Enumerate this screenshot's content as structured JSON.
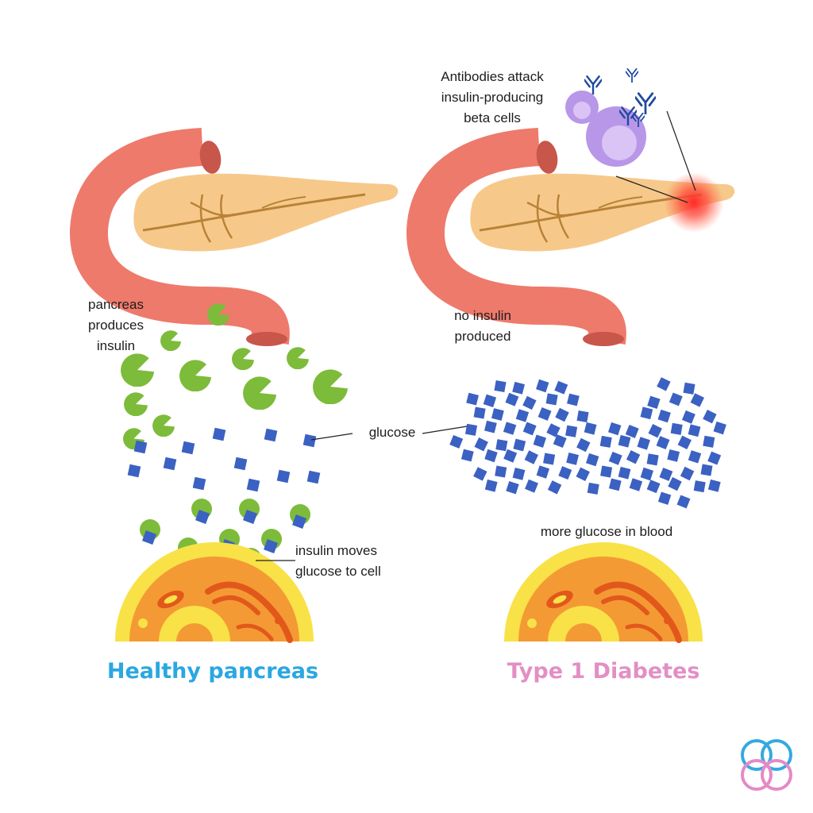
{
  "labels": {
    "pancreas_produces_insulin": [
      "pancreas",
      "produces",
      "insulin"
    ],
    "antibodies_attack": [
      "Antibodies attack",
      "insulin-producing",
      "beta cells"
    ],
    "no_insulin_produced": [
      "no insulin",
      "produced"
    ],
    "glucose": "glucose",
    "insulin_moves": [
      "insulin moves",
      "glucose to cell"
    ],
    "more_glucose": "more glucose in blood"
  },
  "titles": {
    "healthy": "Healthy pancreas",
    "type1": "Type 1 Diabetes"
  },
  "colors": {
    "duodenum": "#ee7a6b",
    "duodenum_dark": "#c8564a",
    "pancreas_body": "#f6c98b",
    "pancreas_vein": "#b88336",
    "insulin_green": "#7dbb3a",
    "glucose_blue": "#3b61c2",
    "cell_yellow": "#f8e247",
    "cell_orange": "#f49a34",
    "antibody_purple": "#b896e8",
    "healthy_title": "#2ba7e1",
    "type1_title": "#e28fc4",
    "logo_blue": "#34a9e0",
    "logo_pink": "#e48ac6"
  },
  "icons": {
    "logo": "interlocking-rings-logo",
    "insulin": "pacman-insulin-icon",
    "glucose": "diamond-glucose-icon",
    "antibody": "y-antibody-icon",
    "cell": "half-cell-icon"
  }
}
